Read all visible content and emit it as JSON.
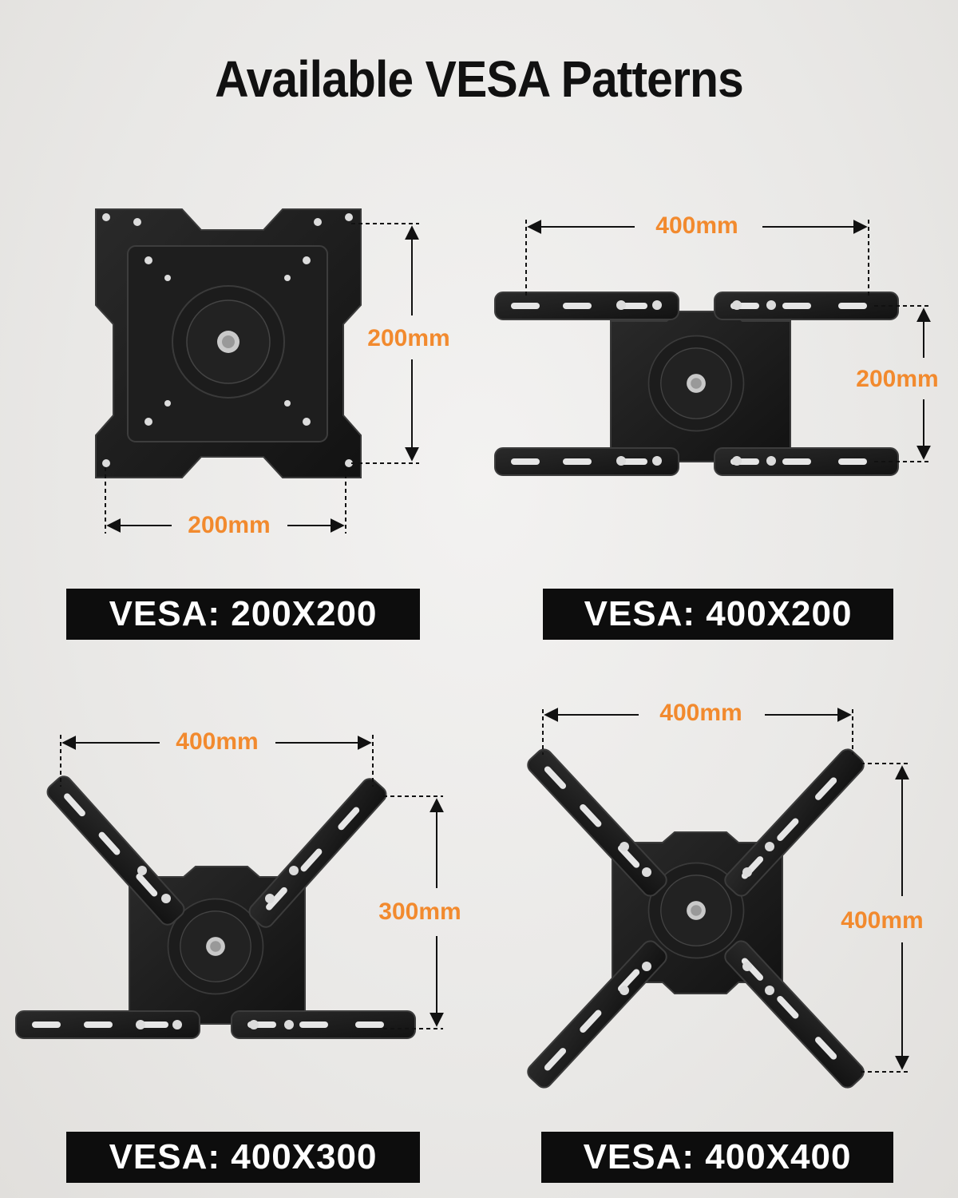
{
  "title": "Available VESA Patterns",
  "colors": {
    "accent": "#f28a2e",
    "plate": "#1a1a1a",
    "banner": "#0d0d0d"
  },
  "patterns": [
    {
      "label": "VESA: 200X200",
      "width": "200mm",
      "height": "200mm"
    },
    {
      "label": "VESA: 400X200",
      "width": "400mm",
      "height": "200mm"
    },
    {
      "label": "VESA: 400X300",
      "width": "400mm",
      "height": "300mm"
    },
    {
      "label": "VESA: 400X400",
      "width": "400mm",
      "height": "400mm"
    }
  ]
}
